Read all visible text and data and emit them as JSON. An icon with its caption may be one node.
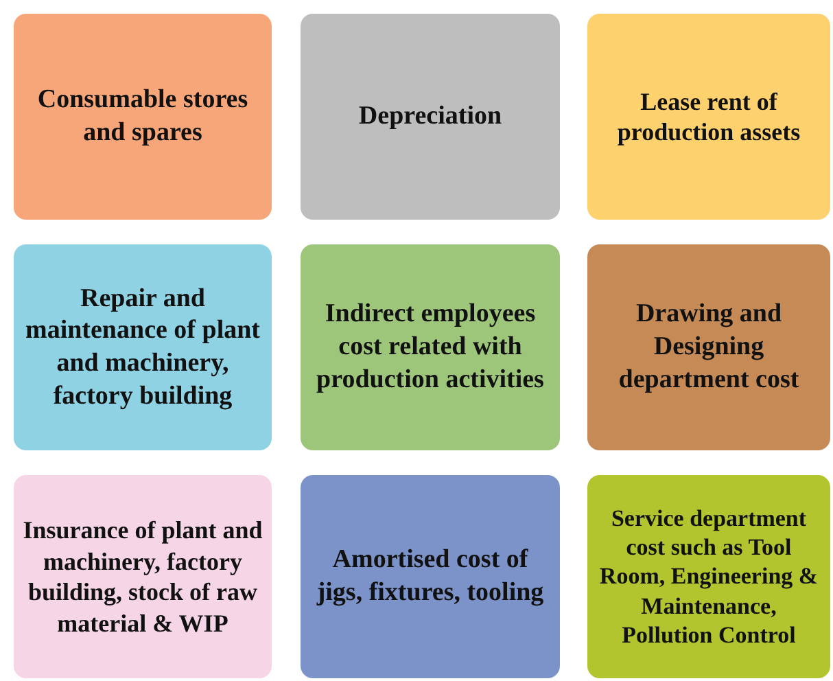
{
  "diagram": {
    "nodes": [
      {
        "text": [
          "Consumable stores and spares"
        ]
      },
      {
        "text": [
          "Depreciation"
        ]
      },
      {
        "text": [
          "Lease rent of production assets"
        ]
      },
      {
        "text": [
          "Repair and maintenance of plant and machinery, factory building"
        ]
      },
      {
        "text": [
          "Indirect employees cost related with production activities"
        ]
      },
      {
        "text": [
          "Drawing and Designing department cost"
        ]
      },
      {
        "text": [
          "Insurance of plant and machinery, factory building, stock of raw material & WIP"
        ]
      },
      {
        "text": [
          "Amortised cost of jigs, fixtures, tooling"
        ]
      },
      {
        "text": [
          "Service department cost such as Tool Room, Engineering & Maintenance, Pollution Control"
        ]
      }
    ]
  }
}
